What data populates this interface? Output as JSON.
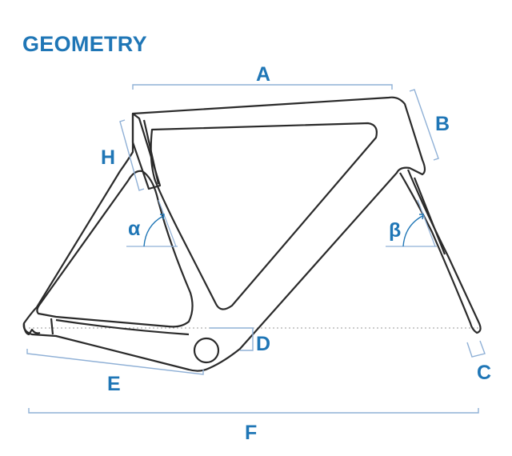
{
  "title": "GEOMETRY",
  "labels": {
    "A": "A",
    "B": "B",
    "C": "C",
    "D": "D",
    "E": "E",
    "F": "F",
    "H": "H",
    "alpha": "α",
    "beta": "β"
  },
  "colors": {
    "accent": "#1f76b6",
    "dimension_line": "#8fb0d6",
    "frame_outline": "#2a2a2a"
  }
}
